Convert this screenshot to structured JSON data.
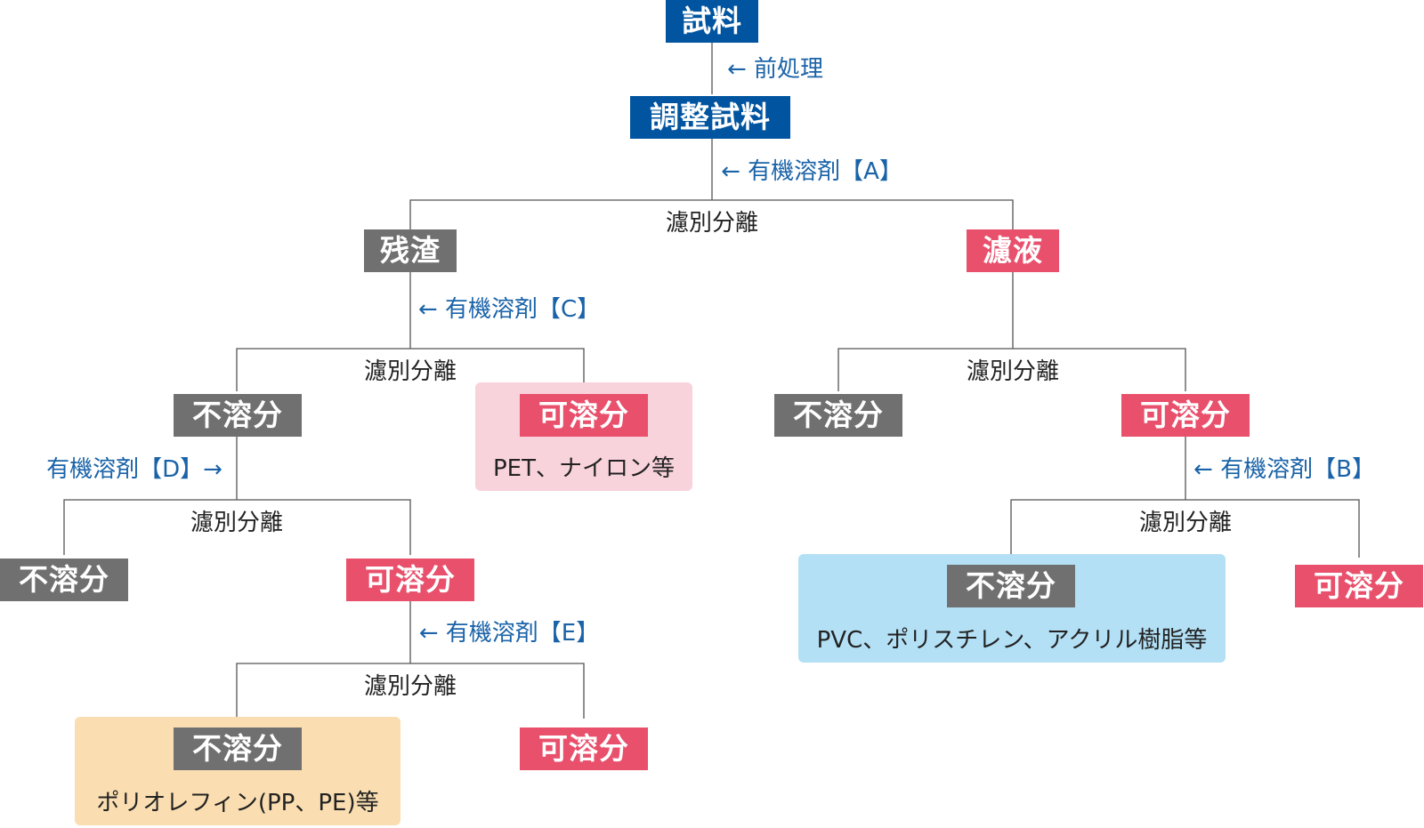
{
  "nodes": {
    "sample": "試料",
    "prepared_sample": "調整試料",
    "residue": "残渣",
    "filtrate": "濾液",
    "c_insoluble": "不溶分",
    "c_soluble": "可溶分",
    "b_insoluble": "不溶分",
    "b_soluble": "可溶分",
    "d_insoluble": "不溶分",
    "d_soluble": "可溶分",
    "e_insoluble": "不溶分",
    "e_soluble": "可溶分",
    "b2_insoluble": "不溶分",
    "b2_soluble": "可溶分"
  },
  "panels": {
    "pet_nylon": "PET、ナイロン等",
    "pvc_ps_acrylic": "PVC、ポリスチレン、アクリル樹脂等",
    "polyolefin": "ポリオレフィン(PP、PE)等"
  },
  "steps": {
    "pretreatment": "← 前処理",
    "solvent_a": "← 有機溶剤【A】",
    "solvent_c": "← 有機溶剤【C】",
    "solvent_d": "有機溶剤【D】→",
    "solvent_e": "← 有機溶剤【E】",
    "solvent_b": "← 有機溶剤【B】"
  },
  "separation_label": "濾別分離",
  "colors": {
    "sample_box": "#0054a0",
    "insoluble_box": "#707070",
    "soluble_box": "#e8506c",
    "solvent_text": "#1a63a8",
    "pink_panel": "#f9d3dc",
    "blue_panel": "#b3e0f5",
    "orange_panel": "#fadeb1"
  }
}
